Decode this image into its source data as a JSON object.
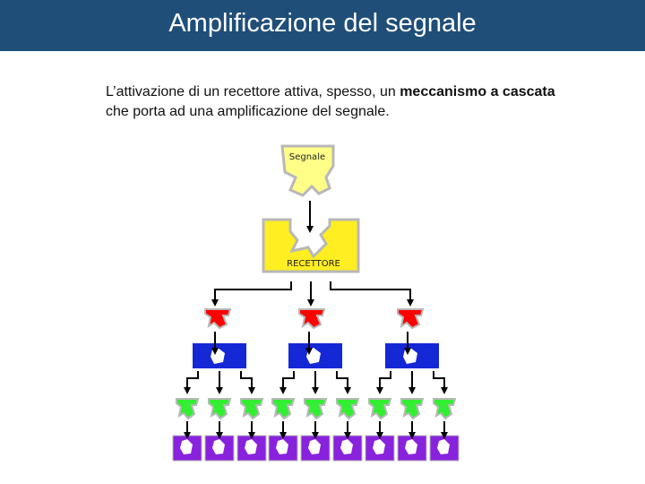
{
  "title": "Amplificazione del segnale",
  "text": {
    "part1": "L’attivazione di un recettore attiva, spesso, un ",
    "bold1": "meccanismo a cascata",
    "part2": " che porta ad una amplificazione del segnale."
  },
  "diagram": {
    "signal_label": "Segnale",
    "receptor_label": "RECETTORE",
    "colors": {
      "signal": "#ffff88",
      "receptor": "#ffee22",
      "level1": "#ff0000",
      "level2": "#1428d6",
      "level3": "#33ee33",
      "level4": "#8822dd",
      "border_gray": "#b8b8b8",
      "arrow": "#000000"
    },
    "icons": {
      "signal": "signal-molecule",
      "receptor": "receptor-box",
      "level1": "red-enzyme",
      "level2": "blue-target",
      "level3": "green-enzyme",
      "level4": "purple-target"
    }
  }
}
